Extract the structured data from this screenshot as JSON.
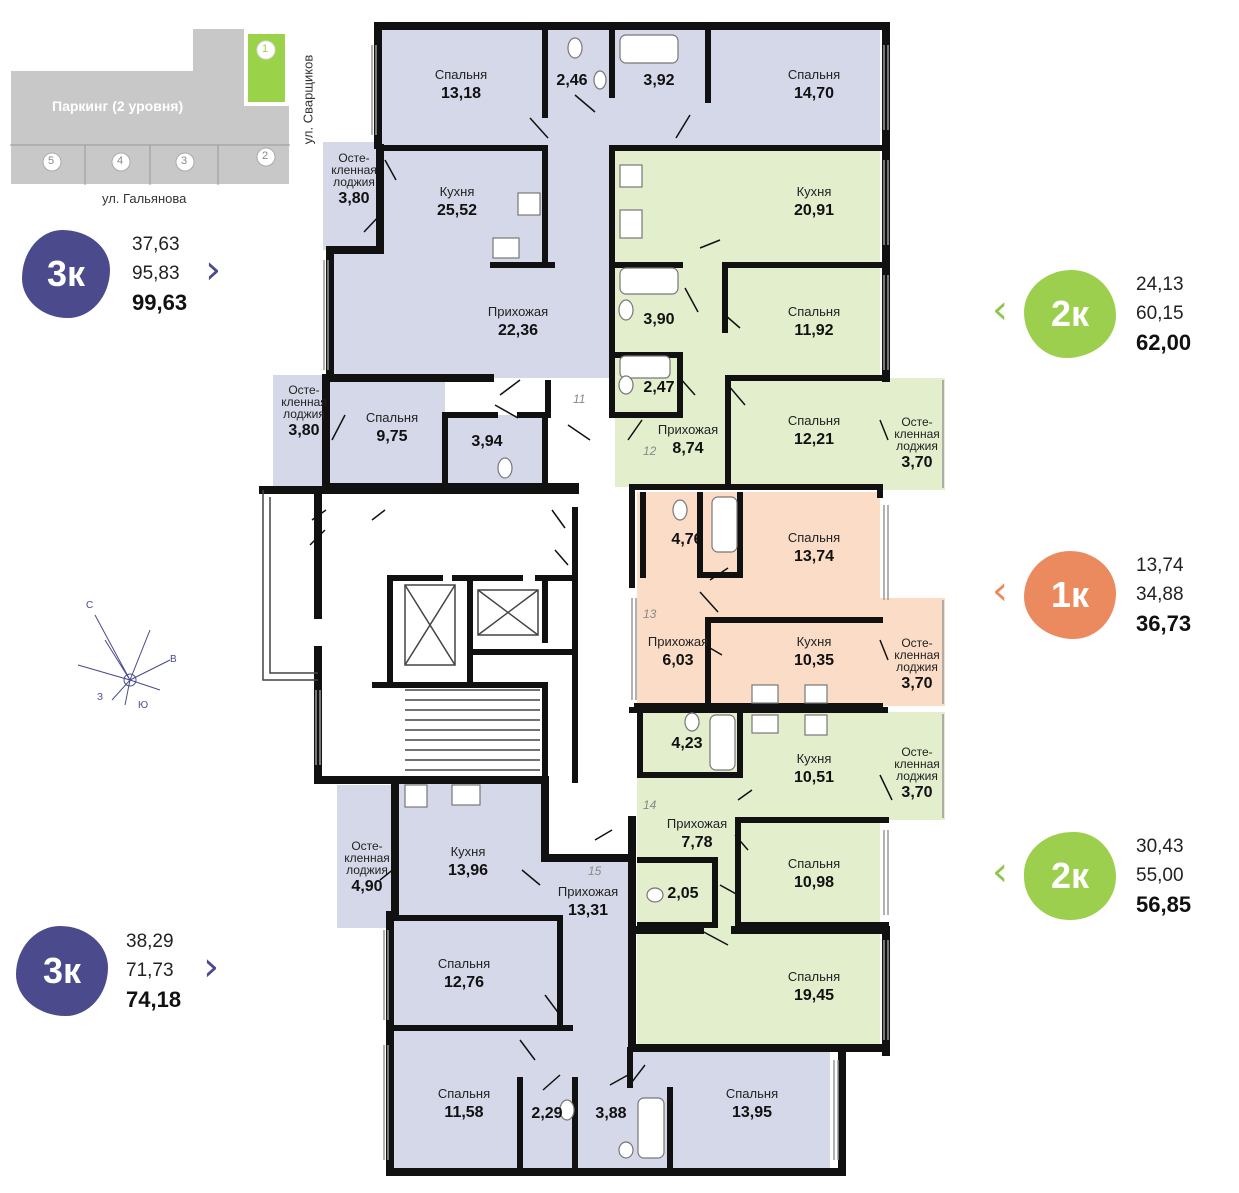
{
  "colors": {
    "apt11": "#d5d8e8",
    "apt12": "#e3eecd",
    "apt13": "#fbdcc7",
    "apt14": "#e3eecd",
    "apt15": "#d5d8e8",
    "badge_3k": "#4a4a8c",
    "badge_2k": "#9ccf4e",
    "badge_1k": "#ec8a5f",
    "arrow_3k": "#4a4a8c",
    "arrow_2k": "#8dc64b",
    "arrow_1k": "#ec8a5f",
    "walls": "#111111",
    "mini_building": "#c9c9c9",
    "mini_highlight": "#9ad24a"
  },
  "site_plan": {
    "parking_label": "Паркинг (2 уровня)",
    "section_numbers": [
      "1",
      "2",
      "3",
      "4",
      "5"
    ],
    "street_right": "ул. Сварщиков",
    "street_bottom": "ул. Гальянова"
  },
  "compass": {
    "n": "С",
    "e": "В",
    "s": "Ю",
    "w": "З"
  },
  "apartments": [
    {
      "no": "11",
      "type": "3к",
      "s1": "37,63",
      "s2": "95,83",
      "s3": "99,63",
      "arrow": "chevron-right"
    },
    {
      "no": "12",
      "type": "2к",
      "s1": "24,13",
      "s2": "60,15",
      "s3": "62,00",
      "arrow": "chevron-left"
    },
    {
      "no": "13",
      "type": "1к",
      "s1": "13,74",
      "s2": "34,88",
      "s3": "36,73",
      "arrow": "chevron-left"
    },
    {
      "no": "14",
      "type": "2к",
      "s1": "30,43",
      "s2": "55,00",
      "s3": "56,85",
      "arrow": "chevron-left"
    },
    {
      "no": "15",
      "type": "3к",
      "s1": "38,29",
      "s2": "71,73",
      "s3": "74,18",
      "arrow": "chevron-right"
    }
  ],
  "rooms": [
    {
      "name": "Спальня",
      "area": "13,18"
    },
    {
      "name": "",
      "area": "2,46"
    },
    {
      "name": "",
      "area": "3,92"
    },
    {
      "name": "Спальня",
      "area": "14,70"
    },
    {
      "name": "Осте-кленная лоджия",
      "area": "3,80"
    },
    {
      "name": "Кухня",
      "area": "25,52"
    },
    {
      "name": "Кухня",
      "area": "20,91"
    },
    {
      "name": "Прихожая",
      "area": "22,36"
    },
    {
      "name": "",
      "area": "3,90"
    },
    {
      "name": "Спальня",
      "area": "11,92"
    },
    {
      "name": "",
      "area": "2,47"
    },
    {
      "name": "Осте-кленная лоджия",
      "area": "3,80"
    },
    {
      "name": "Спальня",
      "area": "9,75"
    },
    {
      "name": "",
      "area": "3,94"
    },
    {
      "name": "Прихожая",
      "area": "8,74"
    },
    {
      "name": "Спальня",
      "area": "12,21"
    },
    {
      "name": "Осте-кленная лоджия",
      "area": "3,70"
    },
    {
      "name": "",
      "area": "4,76"
    },
    {
      "name": "Спальня",
      "area": "13,74"
    },
    {
      "name": "Прихожая",
      "area": "6,03"
    },
    {
      "name": "Кухня",
      "area": "10,35"
    },
    {
      "name": "Осте-кленная лоджия",
      "area": "3,70"
    },
    {
      "name": "",
      "area": "4,23"
    },
    {
      "name": "Кухня",
      "area": "10,51"
    },
    {
      "name": "Осте-кленная лоджия",
      "area": "3,70"
    },
    {
      "name": "Прихожая",
      "area": "7,78"
    },
    {
      "name": "Спальня",
      "area": "10,98"
    },
    {
      "name": "",
      "area": "2,05"
    },
    {
      "name": "Осте-кленная лоджия",
      "area": "4,90"
    },
    {
      "name": "Кухня",
      "area": "13,96"
    },
    {
      "name": "Прихожая",
      "area": "13,31"
    },
    {
      "name": "Спальня",
      "area": "12,76"
    },
    {
      "name": "Спальня",
      "area": "19,45"
    },
    {
      "name": "Спальня",
      "area": "11,58"
    },
    {
      "name": "",
      "area": "2,29"
    },
    {
      "name": "",
      "area": "3,88"
    },
    {
      "name": "Спальня",
      "area": "13,95"
    }
  ]
}
